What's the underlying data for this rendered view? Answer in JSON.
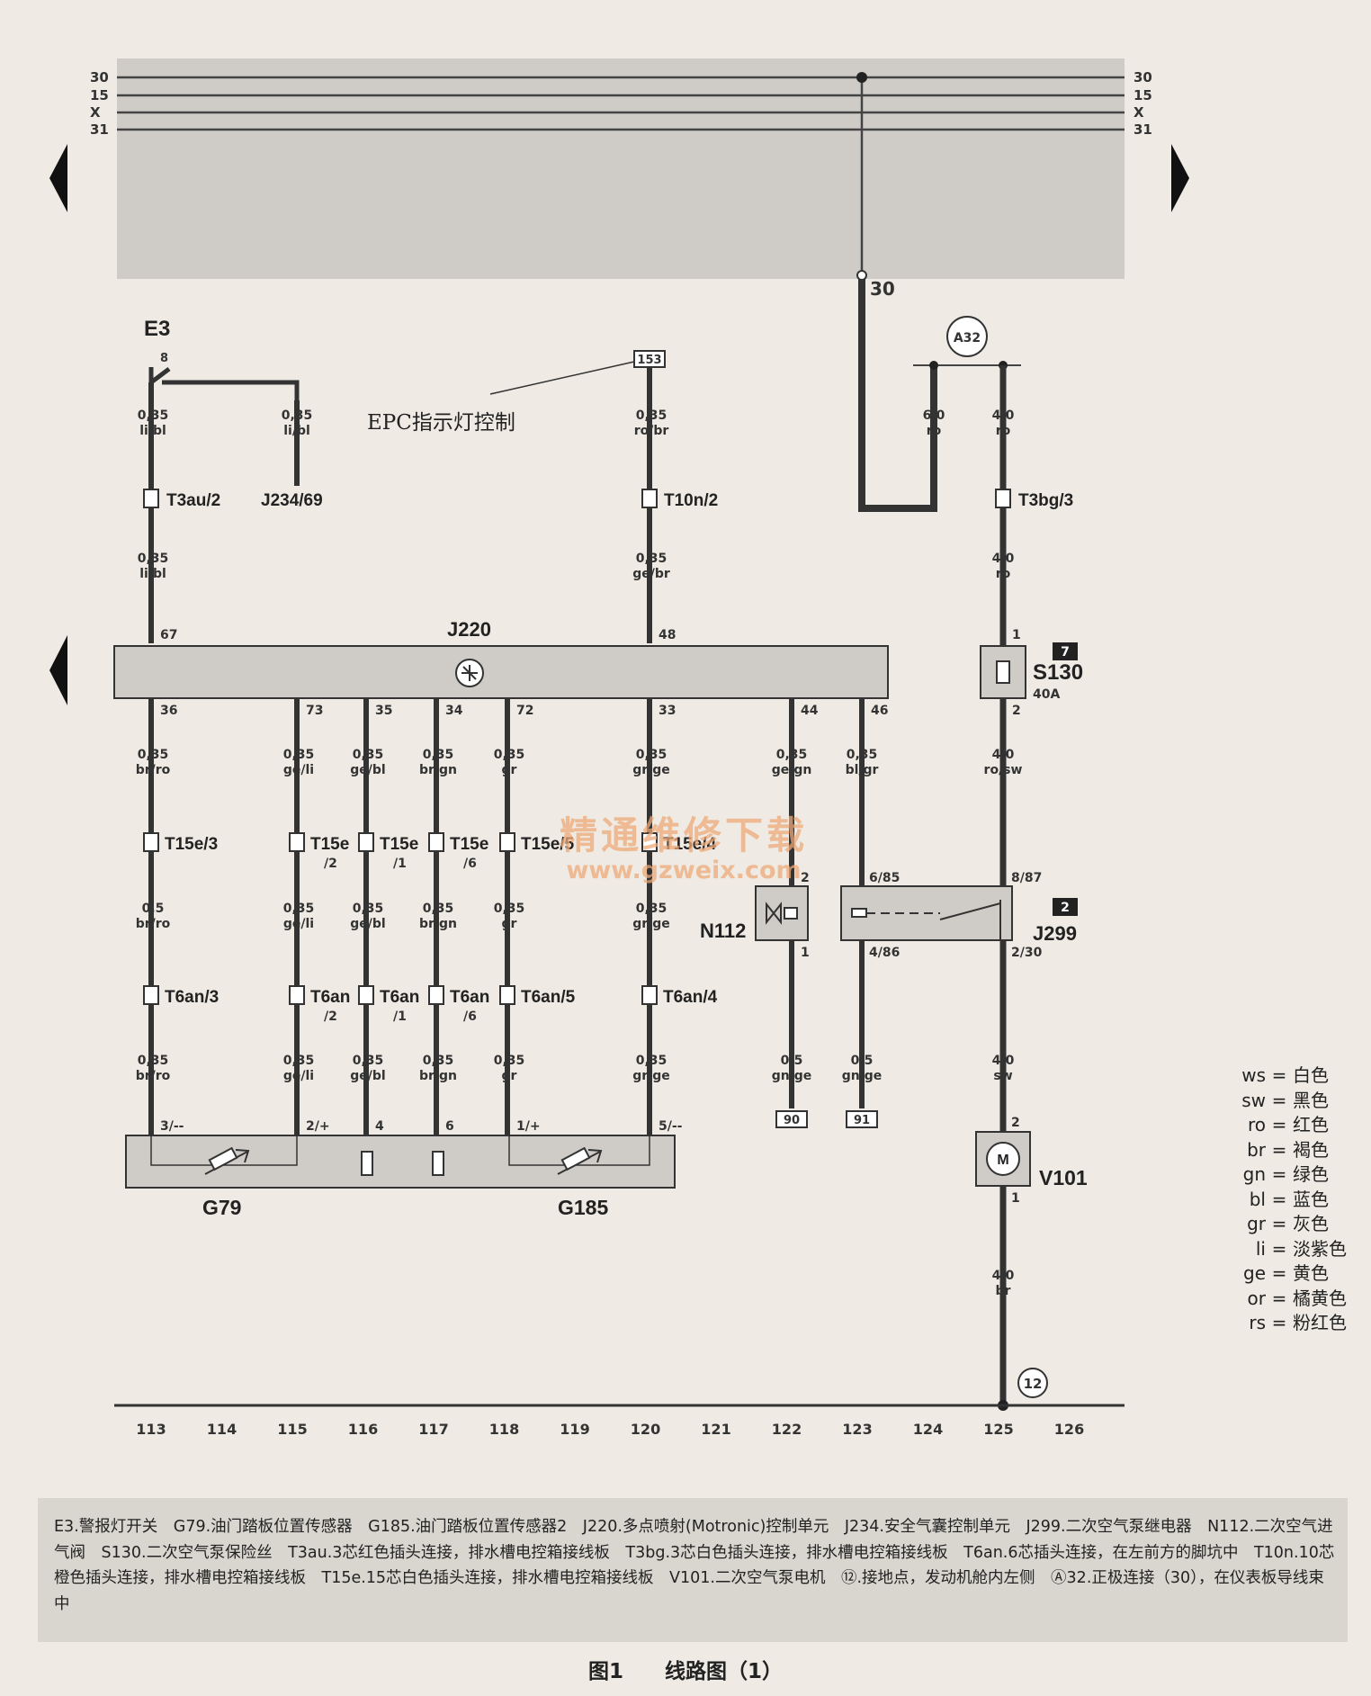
{
  "bus_lines": [
    {
      "left": "30",
      "right": "30"
    },
    {
      "left": "15",
      "right": "15"
    },
    {
      "left": "X",
      "right": "X"
    },
    {
      "left": "31",
      "right": "31"
    }
  ],
  "bus_tap_label": "30",
  "annotation_epc": "EPC指示灯控制",
  "components": {
    "e3": "E3",
    "j234": "J234/69",
    "j220": "J220",
    "s130": "S130",
    "s130_rating": "40A",
    "s130_badge": "7",
    "n112": "N112",
    "j299": "J299",
    "j299_badge": "2",
    "v101": "V101",
    "v101_symbol": "M",
    "g79": "G79",
    "g185": "G185",
    "a32": "A32",
    "ground12": "12",
    "ref153": "153",
    "ref90": "90",
    "ref91": "91"
  },
  "top_wires": {
    "e3_pin": "8",
    "c1_upper_size": "0,35",
    "c1_upper_color": "li/bl",
    "c2_upper_size": "0,35",
    "c2_upper_color": "li/bl",
    "c1_lower_size": "0,35",
    "c1_lower_color": "li/bl",
    "epc_upper_size": "0,35",
    "epc_upper_color": "ro/br",
    "epc_lower_size": "0,35",
    "epc_lower_color": "ge/br",
    "ro6_size": "6,0",
    "ro6_color": "ro",
    "ro4_size": "4,0",
    "ro4_color": "ro",
    "ro4b_size": "4,0",
    "ro4b_color": "ro",
    "t3au": "T3au/2",
    "t10n": "T10n/2",
    "t3bg": "T3bg/3",
    "pin67": "67",
    "pin48": "48",
    "s130_pin1": "1",
    "s130_pin2": "2"
  },
  "j220_pins": [
    "36",
    "73",
    "35",
    "34",
    "72",
    "33",
    "44",
    "46"
  ],
  "sensor_wires": {
    "upper_sizes": [
      "0,35",
      "0,35",
      "0,35",
      "0,35",
      "0,35",
      "0,35"
    ],
    "upper_colors": [
      "br/ro",
      "ge/li",
      "ge/bl",
      "br/gn",
      "gr",
      "gr/ge"
    ],
    "t15e": [
      "T15e/3",
      "T15e",
      "T15e",
      "T15e",
      "T15e/5",
      "T15e/4"
    ],
    "t15e_sub": [
      "",
      "/2",
      "/1",
      "/6",
      "",
      ""
    ],
    "mid_sizes": [
      "0,5",
      "0,35",
      "0,35",
      "0,35",
      "0,35",
      "0,35"
    ],
    "mid_colors": [
      "br/ro",
      "ge/li",
      "ge/bl",
      "br/gn",
      "gr",
      "gr/ge"
    ],
    "t6an": [
      "T6an/3",
      "T6an",
      "T6an",
      "T6an",
      "T6an/5",
      "T6an/4"
    ],
    "t6an_sub": [
      "",
      "/2",
      "/1",
      "/6",
      "",
      ""
    ],
    "lower_sizes": [
      "0,35",
      "0,35",
      "0,35",
      "0,35",
      "0,35",
      "0,35"
    ],
    "lower_colors": [
      "br/ro",
      "ge/li",
      "ge/bl",
      "br/gn",
      "gr",
      "gr/ge"
    ],
    "sensor_pins": [
      "3/--",
      "2/+",
      "4",
      "6",
      "1/+",
      "5/--"
    ]
  },
  "right_wires": {
    "ge_gn_size": "0,35",
    "ge_gn_color": "ge/gn",
    "bl_gr_size": "0,35",
    "bl_gr_color": "bl/gr",
    "ro_sw_size": "4,0",
    "ro_sw_color": "ro/sw",
    "n112_pin_top": "2",
    "n112_pin_bottom": "1",
    "j299_p685": "6/85",
    "j299_p886": "4/86",
    "j299_p887": "8/87",
    "j299_p230": "2/30",
    "gn_ge1_size": "0,5",
    "gn_ge1_color": "gn/ge",
    "gn_ge2_size": "0,5",
    "gn_ge2_color": "gn/ge",
    "sw_size": "4,0",
    "sw_color": "sw",
    "v101_pin_top": "2",
    "v101_pin_bottom": "1",
    "br_size": "4,0",
    "br_color": "br"
  },
  "columns": [
    "113",
    "114",
    "115",
    "116",
    "117",
    "118",
    "119",
    "120",
    "121",
    "122",
    "123",
    "124",
    "125",
    "126"
  ],
  "legend": [
    {
      "code": "ws",
      "name": "白色"
    },
    {
      "code": "sw",
      "name": "黑色"
    },
    {
      "code": "ro",
      "name": "红色"
    },
    {
      "code": "br",
      "name": "褐色"
    },
    {
      "code": "gn",
      "name": "绿色"
    },
    {
      "code": "bl",
      "name": "蓝色"
    },
    {
      "code": "gr",
      "name": "灰色"
    },
    {
      "code": "li",
      "name": "淡紫色"
    },
    {
      "code": "ge",
      "name": "黄色"
    },
    {
      "code": "or",
      "name": "橘黄色"
    },
    {
      "code": "rs",
      "name": "粉红色"
    }
  ],
  "watermark": {
    "cn": "精通维修下载",
    "url": "www.gzweix.com"
  },
  "caption": "E3.警报灯开关　G79.油门踏板位置传感器　G185.油门踏板位置传感器2　J220.多点喷射(Motronic)控制单元　J234.安全气囊控制单元　J299.二次空气泵继电器　N112.二次空气进气阀　S130.二次空气泵保险丝　T3au.3芯红色插头连接，排水槽电控箱接线板　T3bg.3芯白色插头连接，排水槽电控箱接线板　T6an.6芯插头连接，在左前方的脚坑中　T10n.10芯橙色插头连接，排水槽电控箱接线板　T15e.15芯白色插头连接，排水槽电控箱接线板　V101.二次空气泵电机　⑫.接地点，发动机舱内左侧　Ⓐ32.正极连接（30），在仪表板导线束中",
  "figure_title": "图1　　线路图（1）"
}
